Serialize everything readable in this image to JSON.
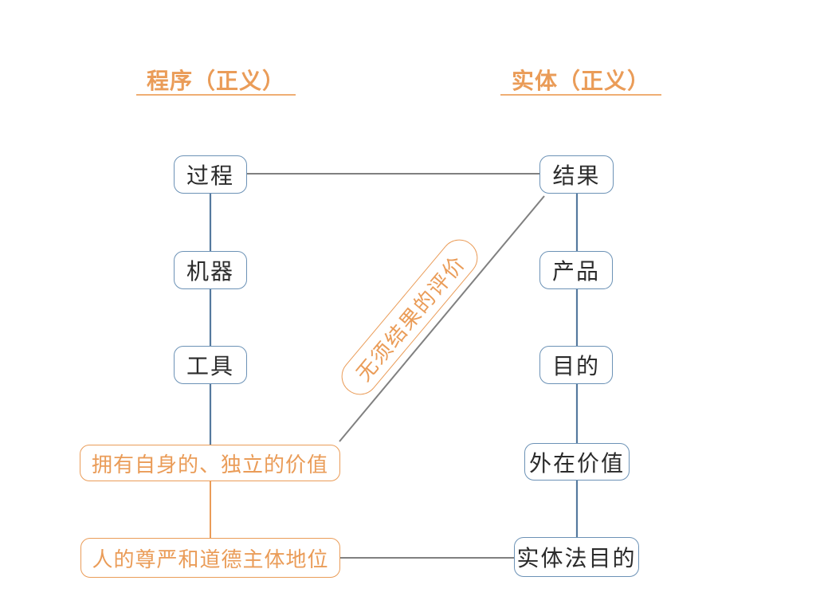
{
  "diagram": {
    "left_header": "程序（正义）",
    "right_header": "实体（正义）",
    "left_nodes": [
      "过程",
      "机器",
      "工具",
      "拥有自身的、独立的价值",
      "人的尊严和道德主体地位"
    ],
    "right_nodes": [
      "结果",
      "产品",
      "目的",
      "外在价值",
      "实体法目的"
    ],
    "diagonal_label": "无须结果的评价",
    "edges": [
      {
        "from": "过程",
        "to": "结果",
        "style": "gray"
      },
      {
        "from": "过程",
        "to": "机器",
        "style": "blue"
      },
      {
        "from": "机器",
        "to": "工具",
        "style": "blue"
      },
      {
        "from": "工具",
        "to": "拥有自身的、独立的价值",
        "style": "blue"
      },
      {
        "from": "拥有自身的、独立的价值",
        "to": "人的尊严和道德主体地位",
        "style": "orange"
      },
      {
        "from": "结果",
        "to": "产品",
        "style": "blue"
      },
      {
        "from": "产品",
        "to": "目的",
        "style": "blue"
      },
      {
        "from": "目的",
        "to": "外在价值",
        "style": "blue"
      },
      {
        "from": "外在价值",
        "to": "实体法目的",
        "style": "blue"
      },
      {
        "from": "结果",
        "to": "拥有自身的、独立的价值",
        "style": "gray",
        "label": "无须结果的评价"
      },
      {
        "from": "人的尊严和道德主体地位",
        "to": "实体法目的",
        "style": "gray"
      }
    ],
    "colors": {
      "orange": "#EA9C58",
      "orange_light": "#EFAE74",
      "blue_border": "#6C92B6",
      "blue_line": "#55799E",
      "gray_line": "#808080",
      "text": "#2B2B2B"
    }
  }
}
